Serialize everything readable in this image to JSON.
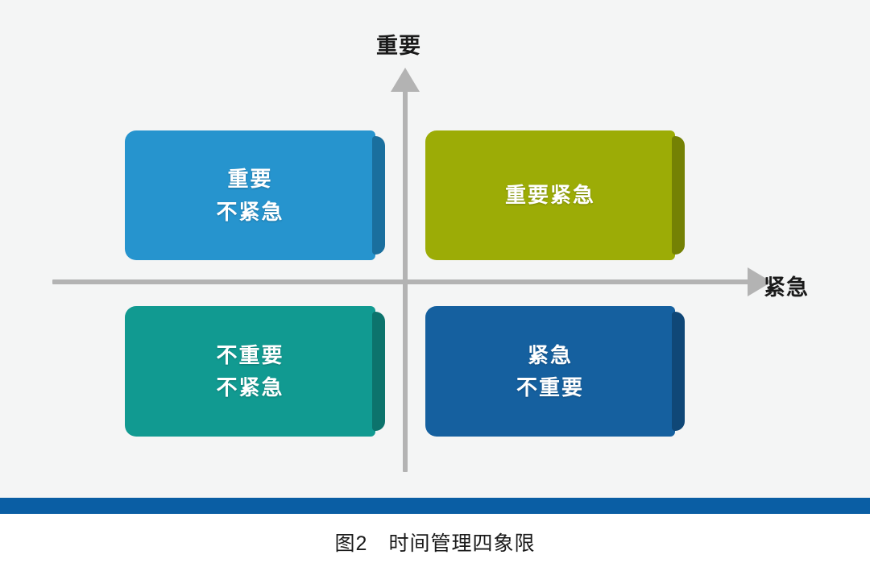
{
  "figure": {
    "caption": "图2　时间管理四象限",
    "axes": {
      "vertical_label": "重要",
      "horizontal_label": "紧急"
    },
    "colors": {
      "background": "#f4f5f5",
      "axis": "#b3b3b3",
      "bottom_rule": "#0a5ea4",
      "text_dark": "#1a1a1a",
      "label_white": "#ffffff"
    },
    "quadrants": [
      {
        "id": "important-not-urgent",
        "position": "top-left",
        "lines": [
          "重要",
          "不紧急"
        ],
        "color": "#2694ce",
        "bevel_color": "#1a6f9e"
      },
      {
        "id": "important-urgent",
        "position": "top-right",
        "lines": [
          "重要紧急"
        ],
        "color": "#9cac06",
        "bevel_color": "#748104"
      },
      {
        "id": "not-important-not-urgent",
        "position": "bottom-left",
        "lines": [
          "不重要",
          "不紧急"
        ],
        "color": "#119a91",
        "bevel_color": "#0c736c"
      },
      {
        "id": "urgent-not-important",
        "position": "bottom-right",
        "lines": [
          "紧急",
          "不重要"
        ],
        "color": "#15609f",
        "bevel_color": "#0f4777"
      }
    ]
  }
}
